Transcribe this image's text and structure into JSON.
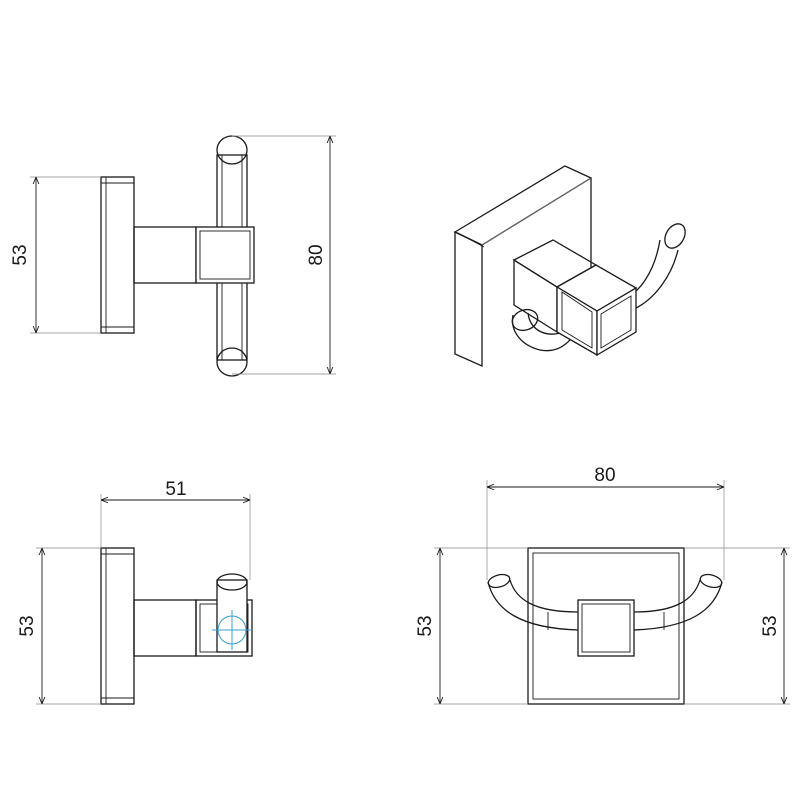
{
  "dimensions": {
    "side_view_height": "53",
    "side_view_total_height": "80",
    "bottom_left_depth": "51",
    "bottom_left_height": "53",
    "front_view_width": "80",
    "front_view_height_left": "53",
    "front_view_height_right": "53"
  },
  "colors": {
    "line": "#1a1a1a",
    "centerline": "#3aa0d0"
  }
}
